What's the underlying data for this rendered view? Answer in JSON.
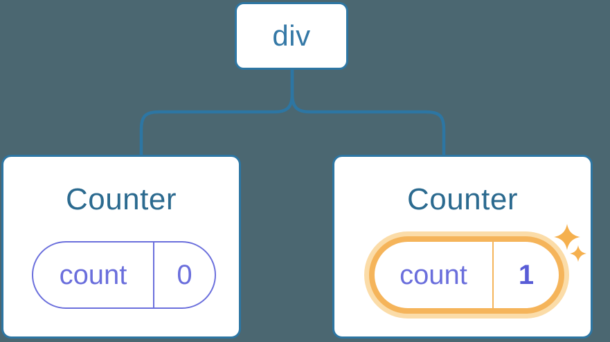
{
  "diagram": {
    "kind": "component-tree",
    "root": {
      "label": "div"
    },
    "children": [
      {
        "title": "Counter",
        "state_key": "count",
        "state_value": "0",
        "highlighted": false
      },
      {
        "title": "Counter",
        "state_key": "count",
        "state_value": "1",
        "highlighted": true
      }
    ],
    "colors": {
      "background": "#4B6771",
      "connector": "#2D76A3",
      "card_border": "#2D76A3",
      "root_label": "#3478A6",
      "title": "#2B6A8F",
      "state_purple": "#6A6EDC",
      "state_value_bold": "#585CD6",
      "highlight_orange": "#F5B45A",
      "highlight_glow": "#FBDCA8",
      "sparkle": "#F5B04E"
    }
  }
}
